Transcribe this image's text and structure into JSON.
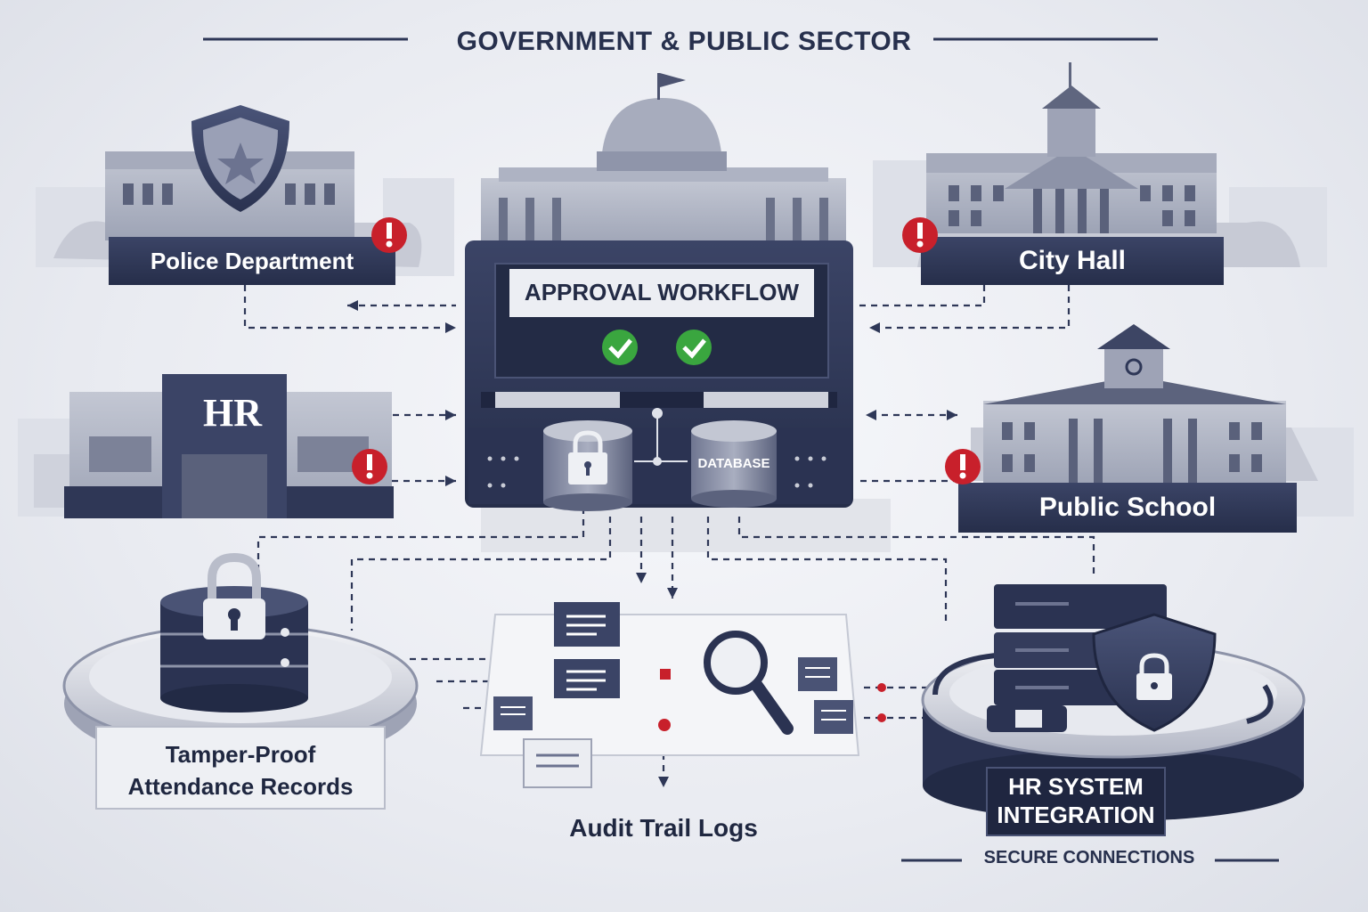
{
  "header": {
    "title": "GOVERNMENT & PUBLIC SECTOR"
  },
  "nodes": {
    "police": {
      "label": "Police Department"
    },
    "city_hall": {
      "label": "City Hall"
    },
    "hr": {
      "label": "HR",
      "logo": "HR"
    },
    "public_school": {
      "label": "Public School"
    },
    "approval": {
      "label": "APPROVAL WORKFLOW",
      "checks": 2
    },
    "database": {
      "label": "DATABASE"
    },
    "attendance": {
      "label_line1": "Tamper-Proof",
      "label_line2": "Attendance Records"
    },
    "audit": {
      "label": "Audit Trail Logs"
    },
    "hr_system": {
      "label_line1": "HR SYSTEM",
      "label_line2": "INTEGRATION"
    }
  },
  "footer": {
    "label": "SECURE CONNECTIONS"
  },
  "colors": {
    "navy": "#2e3757",
    "dark_navy": "#232b45",
    "alert_red": "#c8202b",
    "check_green": "#3aa63f",
    "light_gray": "#c9ccd6"
  },
  "icons": [
    "shield-star-icon",
    "alert-icon",
    "check-icon",
    "lock-icon",
    "magnifier-icon",
    "server-icon",
    "shield-lock-icon",
    "document-icon"
  ]
}
